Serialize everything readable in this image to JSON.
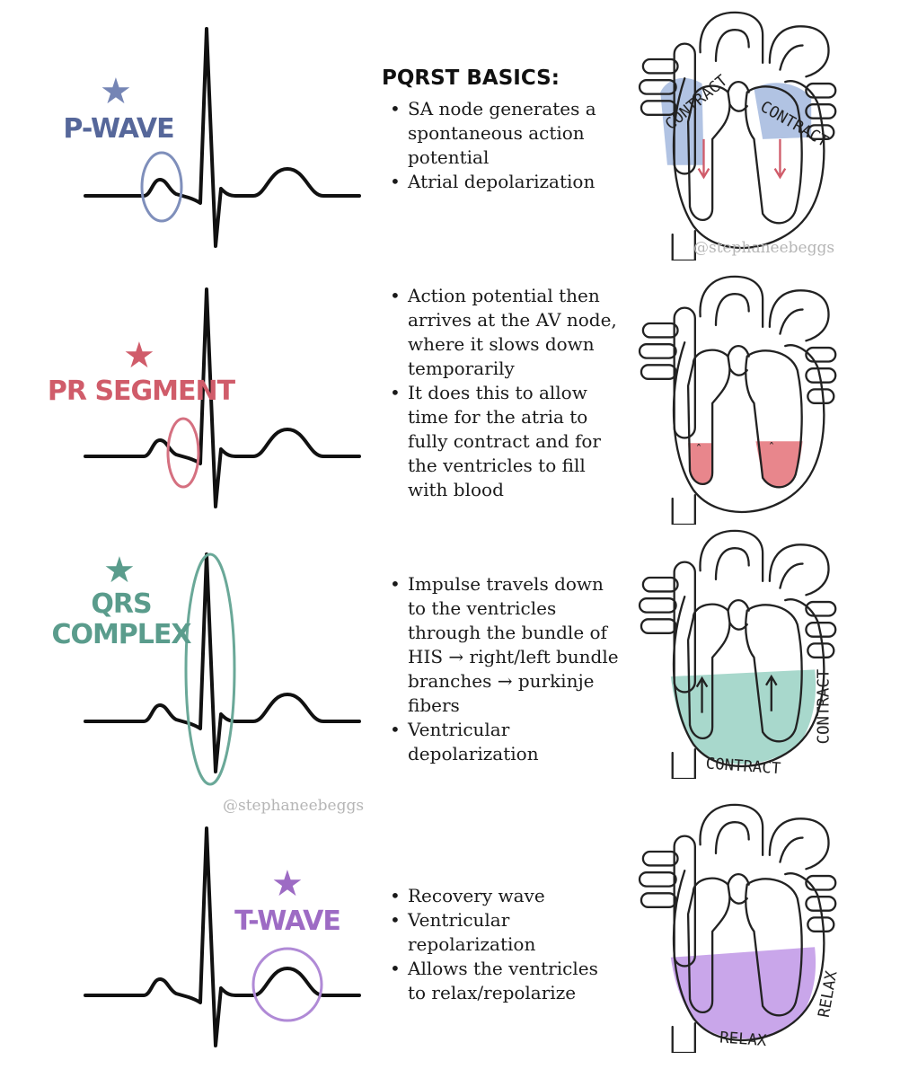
{
  "heading": "PQRST BASICS:",
  "watermark": "@stephaneebeggs",
  "colors": {
    "p_wave": "#56679a",
    "pr_segment": "#d05c6a",
    "qrs_complex": "#5a9c8c",
    "t_wave": "#9d6bc4",
    "blood_red": "#e8868c",
    "ventricle_teal": "#a8d8cc",
    "ventricle_purple": "#c9a6ea",
    "atria_blue": "#a9bde0"
  },
  "panels": [
    {
      "label": "P-WAVE",
      "bullets": [
        "SA node generates a spontaneous action potential",
        "Atrial depolarization"
      ],
      "heart_labels": [
        "CONTRACT",
        "CONTRACT"
      ]
    },
    {
      "label": "PR SEGMENT",
      "bullets": [
        "Action potential then arrives at the AV node, where it slows down temporarily",
        "It does this to allow time for the atria to fully contract and for the ventricles to fill with blood"
      ]
    },
    {
      "label_line1": "QRS",
      "label_line2": "COMPLEX",
      "bullets": [
        "Impulse travels down to the ventricles through the bundle of HIS → right/left bundle branches → purkinje fibers",
        "Ventricular depolarization"
      ],
      "heart_labels": [
        "CONTRACT",
        "CONTRACT"
      ]
    },
    {
      "label": "T-WAVE",
      "bullets": [
        "Recovery wave",
        "Ventricular repolarization",
        "Allows the ventricles to relax/repolarize"
      ],
      "heart_labels": [
        "RELAX",
        "RELAX"
      ]
    }
  ]
}
